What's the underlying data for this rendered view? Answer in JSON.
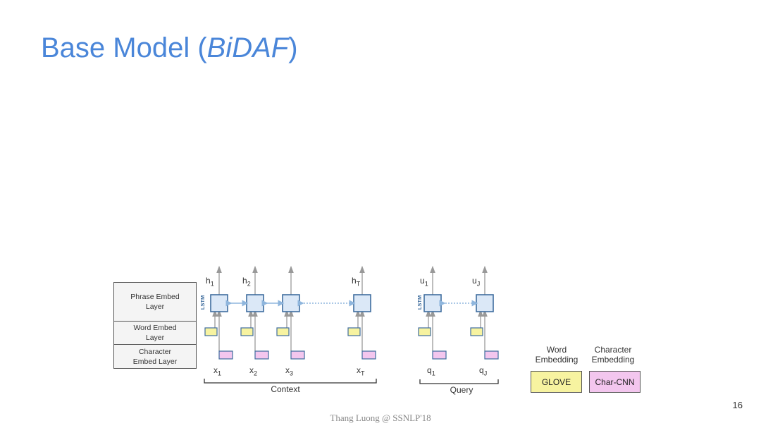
{
  "slide": {
    "title_main": "Base Model (",
    "title_italic": "BiDAF",
    "title_close": ")",
    "page_number": "16",
    "footer": "Thang Luong  @ SSNLP'18"
  },
  "layers": [
    "Phrase Embed Layer",
    "Word Embed Layer",
    "Character Embed Layer"
  ],
  "lstm_label": "LSTM",
  "context": {
    "outputs": [
      {
        "base": "h",
        "sub": "1"
      },
      {
        "base": "h",
        "sub": "2"
      },
      {
        "base": "h",
        "sub": "T"
      }
    ],
    "inputs": [
      {
        "base": "x",
        "sub": "1"
      },
      {
        "base": "x",
        "sub": "2"
      },
      {
        "base": "x",
        "sub": "3"
      },
      {
        "base": "x",
        "sub": "T"
      }
    ],
    "label": "Context"
  },
  "query": {
    "outputs": [
      {
        "base": "u",
        "sub": "1"
      },
      {
        "base": "u",
        "sub": "J"
      }
    ],
    "inputs": [
      {
        "base": "q",
        "sub": "1"
      },
      {
        "base": "q",
        "sub": "J"
      }
    ],
    "label": "Query"
  },
  "legend": {
    "word_heading": "Word Embedding",
    "char_heading": "Character Embedding",
    "word_box": "GLOVE",
    "char_box": "Char-CNN"
  },
  "colors": {
    "title": "#4a86d9",
    "lstm_fill": "#dbe8f7",
    "lstm_stroke": "#3f6d9e",
    "word_embed": "#f7f3a0",
    "char_embed": "#f3c6ee",
    "arrow": "#999999",
    "bidir": "#8fb6dd"
  }
}
